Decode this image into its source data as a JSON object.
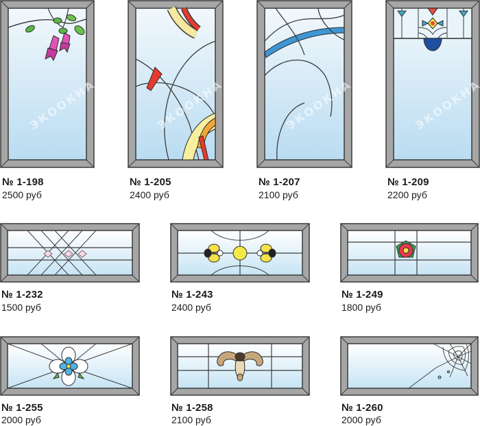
{
  "watermark": "ЭКООКНА",
  "colors": {
    "frame": "#a6a6a6",
    "frame_border": "#3a3a3a",
    "glass_top": "#eef6fb",
    "glass_bottom": "#bfdff2",
    "lead": "#3c3c3c"
  },
  "windows": [
    {
      "number": "№ 1-198",
      "price": "2500 руб"
    },
    {
      "number": "№ 1-205",
      "price": "2400 руб"
    },
    {
      "number": "№ 1-207",
      "price": "2100 руб"
    },
    {
      "number": "№ 1-209",
      "price": "2200 руб"
    },
    {
      "number": "№ 1-232",
      "price": "1500 руб"
    },
    {
      "number": "№ 1-243",
      "price": "2400 руб"
    },
    {
      "number": "№ 1-249",
      "price": "1800 руб"
    },
    {
      "number": "№ 1-255",
      "price": "2000 руб"
    },
    {
      "number": "№ 1-258",
      "price": "2100 руб"
    },
    {
      "number": "№ 1-260",
      "price": "2000 руб"
    }
  ]
}
